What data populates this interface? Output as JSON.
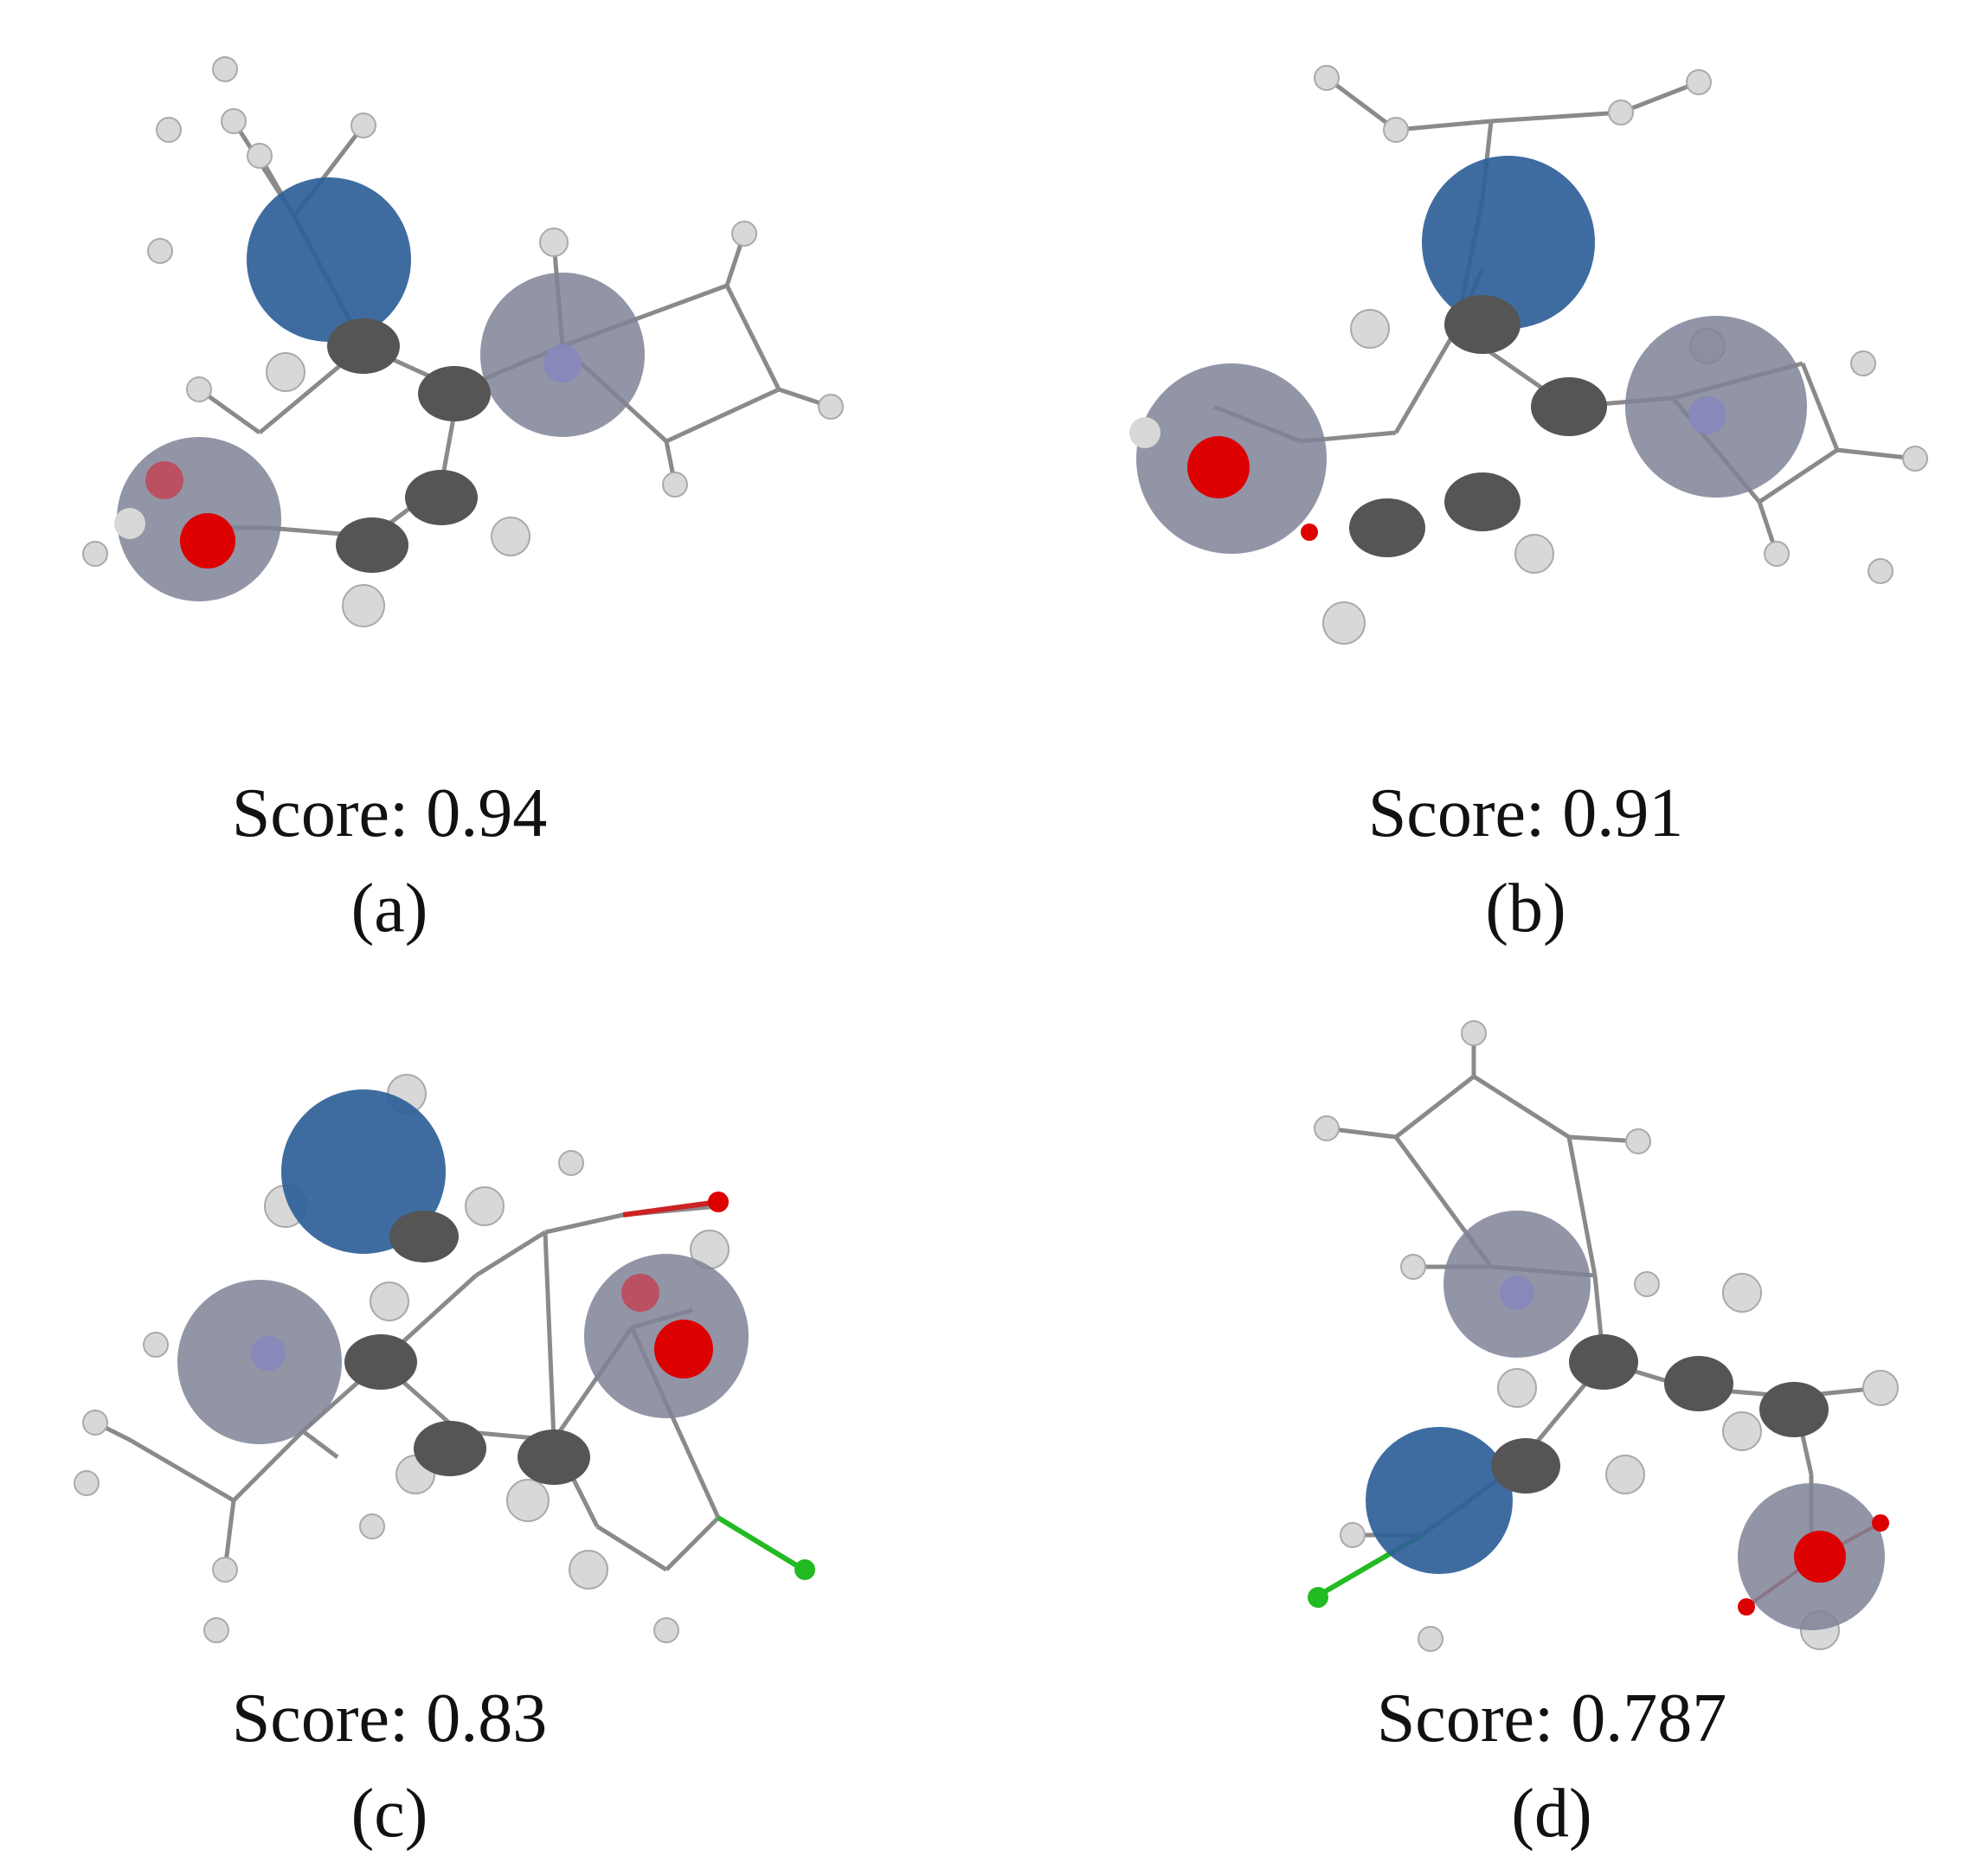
{
  "figure": {
    "panels": [
      {
        "id": "a",
        "score": "Score: 0.94",
        "label": "(a)"
      },
      {
        "id": "b",
        "score": "Score: 0.91",
        "label": "(b)"
      },
      {
        "id": "c",
        "score": "Score: 0.83",
        "label": "(c)"
      },
      {
        "id": "d",
        "score": "Score: 0.787",
        "label": "(d)"
      }
    ],
    "colors": {
      "hbd_sphere": "#2f5f98",
      "feature_sphere": "#7f8296",
      "carbon": "#555555",
      "hydrogen": "#d8d8d8",
      "oxygen": "#dd0000",
      "chlorine": "#22bb22",
      "bond": "#888888"
    }
  }
}
